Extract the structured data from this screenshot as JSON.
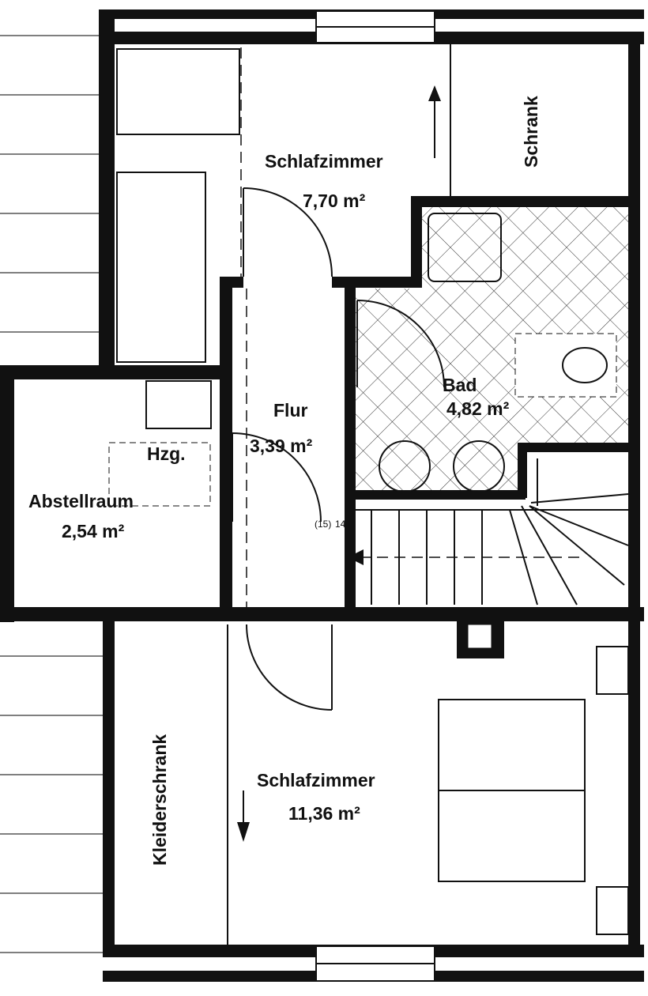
{
  "rooms": {
    "bedroom_top": {
      "name": "Schlafzimmer",
      "area": "7,70 m²"
    },
    "wardrobe_top": {
      "name": "Schrank"
    },
    "bath": {
      "name": "Bad",
      "area": "4,82 m²"
    },
    "hall": {
      "name": "Flur",
      "area": "3,39 m²"
    },
    "heating": {
      "name": "Hzg."
    },
    "storage": {
      "name": "Abstellraum",
      "area": "2,54 m²"
    },
    "bedroom_bottom": {
      "name": "Schlafzimmer",
      "area": "11,36 m²"
    },
    "wardrobe_bottom": {
      "name": "Kleiderschrank"
    }
  },
  "stairs": {
    "steps_total": "(15)",
    "steps_current": "14"
  }
}
